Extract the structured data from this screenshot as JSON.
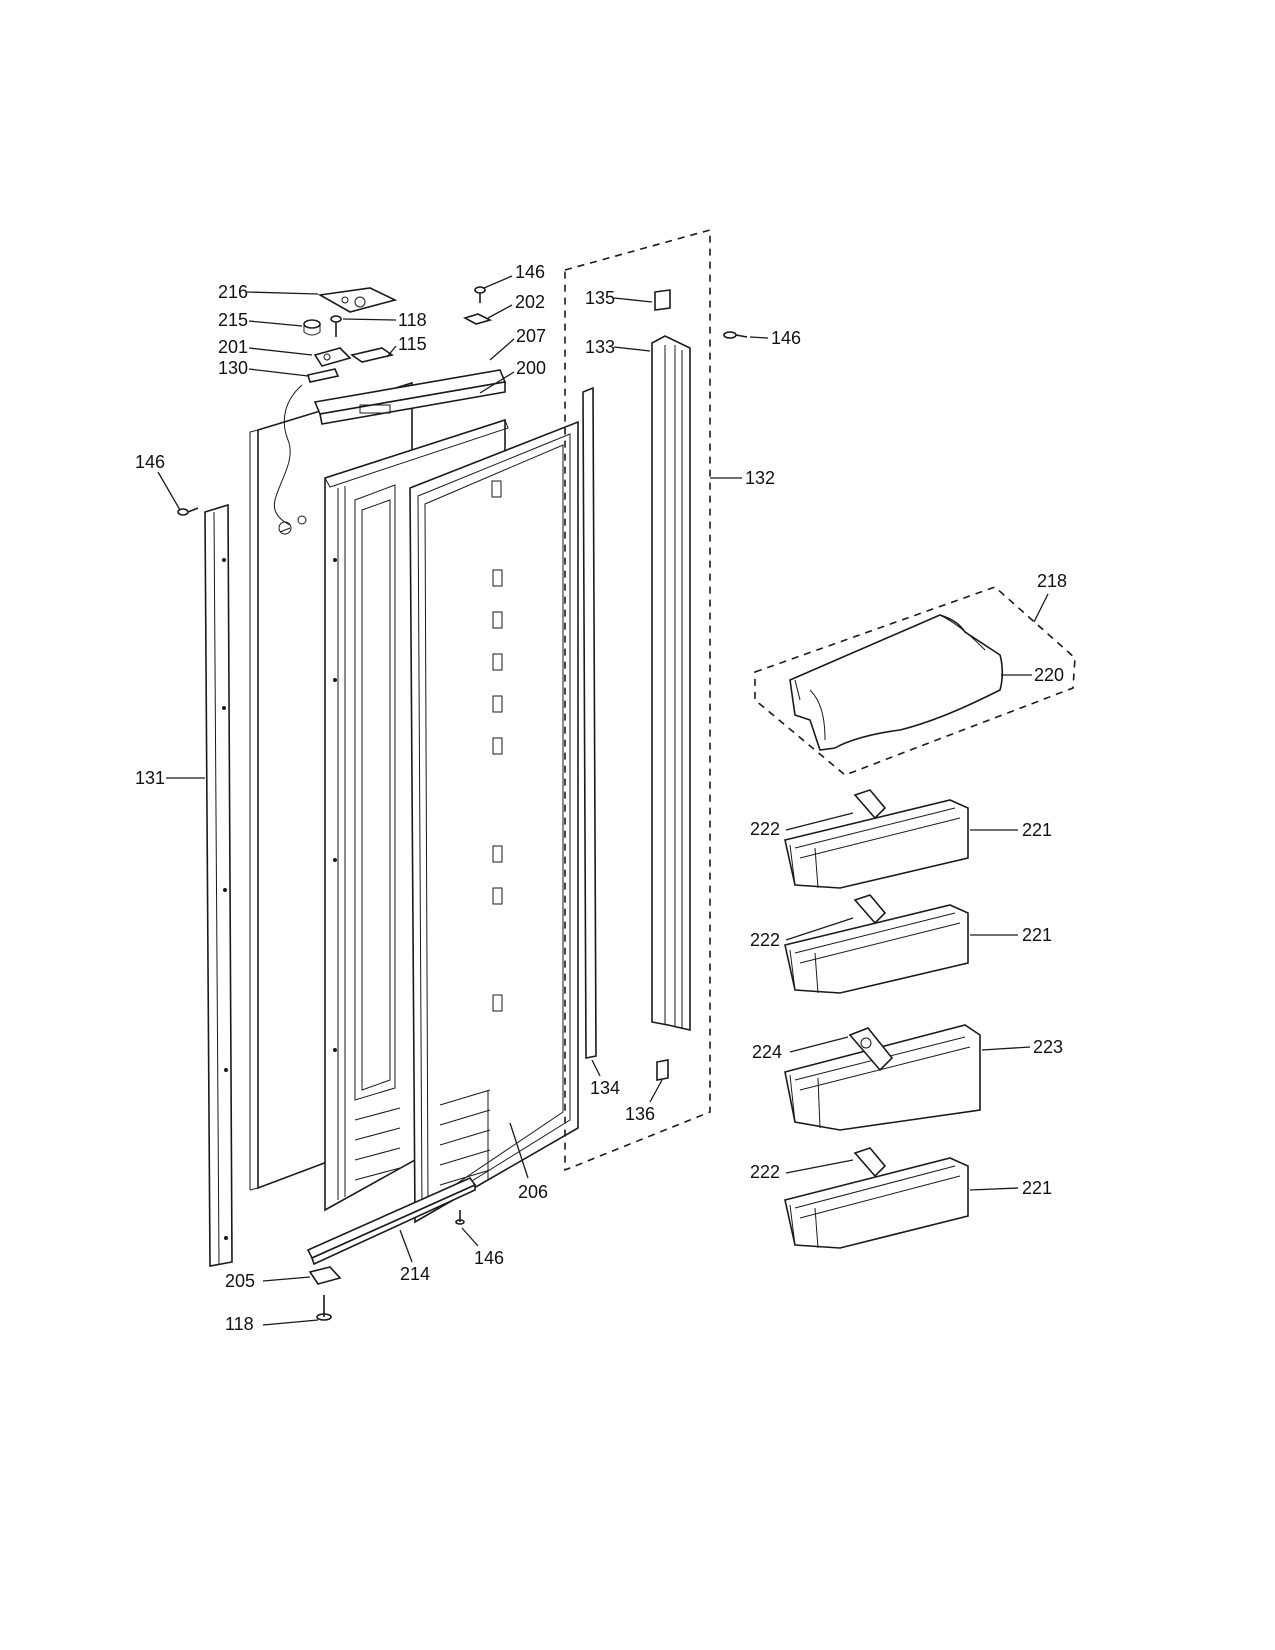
{
  "labels": {
    "l216": "216",
    "l215": "215",
    "l201": "201",
    "l130": "130",
    "l118a": "118",
    "l115": "115",
    "l146a": "146",
    "l202": "202",
    "l207": "207",
    "l200": "200",
    "l146b": "146",
    "l135": "135",
    "l133": "133",
    "l132": "132",
    "l146c": "146",
    "l131": "131",
    "l134": "134",
    "l136": "136",
    "l206": "206",
    "l214": "214",
    "l146d": "146",
    "l205": "205",
    "l118b": "118",
    "l218": "218",
    "l220": "220",
    "l222a": "222",
    "l221a": "221",
    "l222b": "222",
    "l221b": "221",
    "l224": "224",
    "l223": "223",
    "l222c": "222",
    "l221c": "221"
  }
}
